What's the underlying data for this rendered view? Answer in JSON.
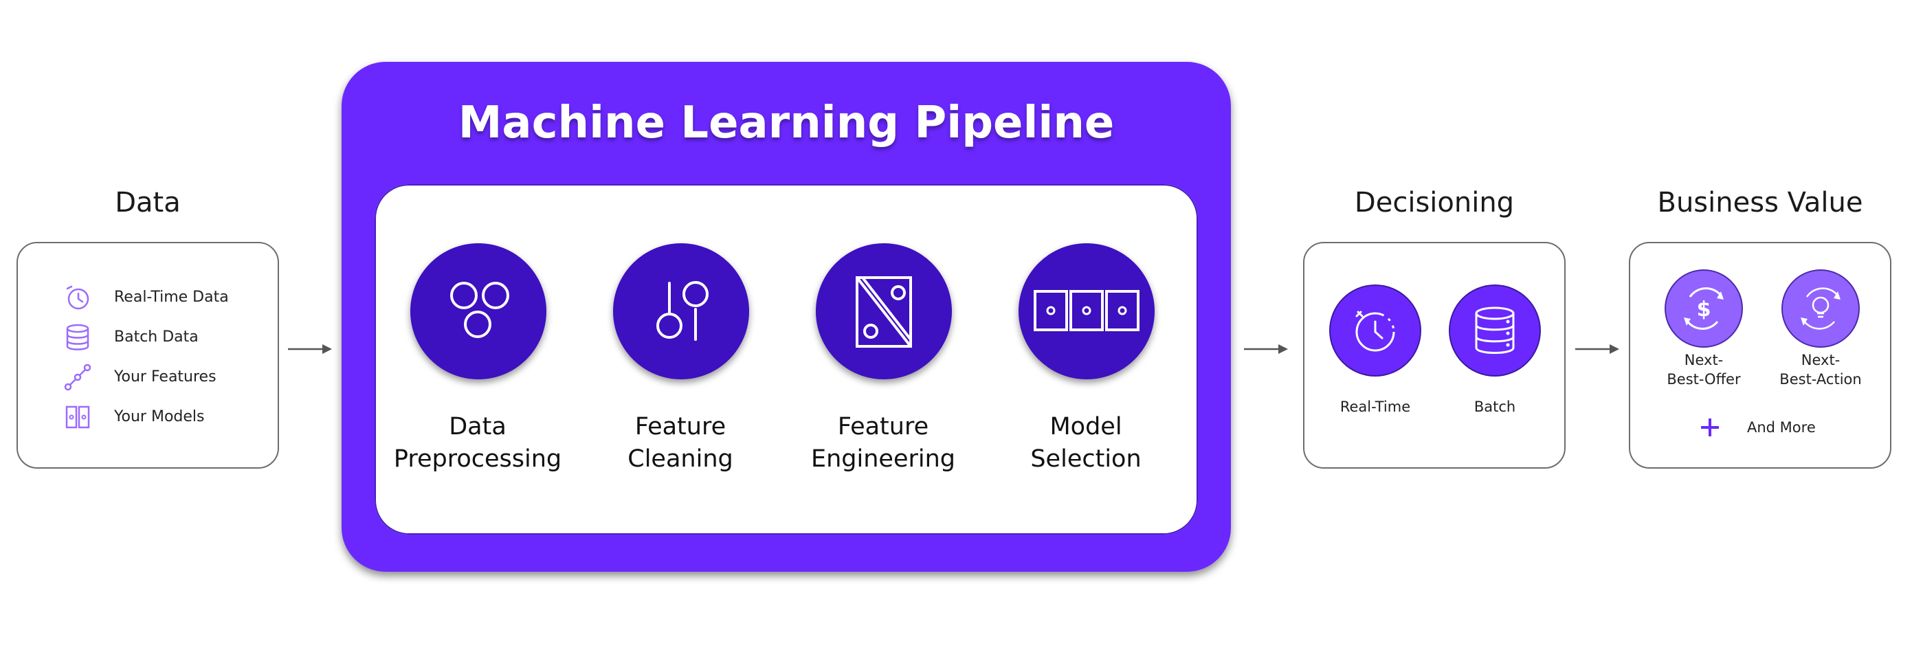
{
  "data_section": {
    "title": "Data",
    "items": [
      {
        "label": "Real-Time Data",
        "icon": "clock-icon"
      },
      {
        "label": "Batch Data",
        "icon": "database-icon"
      },
      {
        "label": "Your Features",
        "icon": "features-icon"
      },
      {
        "label": "Your Models",
        "icon": "models-icon"
      }
    ]
  },
  "pipeline": {
    "title": "Machine Learning Pipeline",
    "steps": [
      {
        "line1": "Data",
        "line2": "Preprocessing",
        "icon": "three-circles-icon"
      },
      {
        "line1": "Feature",
        "line2": "Cleaning",
        "icon": "sliders-icon"
      },
      {
        "line1": "Feature",
        "line2": "Engineering",
        "icon": "split-rectangle-icon"
      },
      {
        "line1": "Model",
        "line2": "Selection",
        "icon": "three-boxes-icon"
      }
    ]
  },
  "decisioning": {
    "title": "Decisioning",
    "items": [
      {
        "label": "Real-Time",
        "icon": "clock-icon"
      },
      {
        "label": "Batch",
        "icon": "database-icon"
      }
    ]
  },
  "business_value": {
    "title": "Business Value",
    "items": [
      {
        "line1": "Next-",
        "line2": "Best-Offer",
        "icon": "dollar-cycle-icon"
      },
      {
        "line1": "Next-",
        "line2": "Best-Action",
        "icon": "lightbulb-cycle-icon"
      }
    ],
    "more_label": "And More",
    "more_icon": "plus-icon"
  },
  "colors": {
    "primary_purple": "#6a28fe",
    "dark_purple": "#3d10c0",
    "light_purple": "#9263ff",
    "icon_purple": "#9b6bff"
  }
}
